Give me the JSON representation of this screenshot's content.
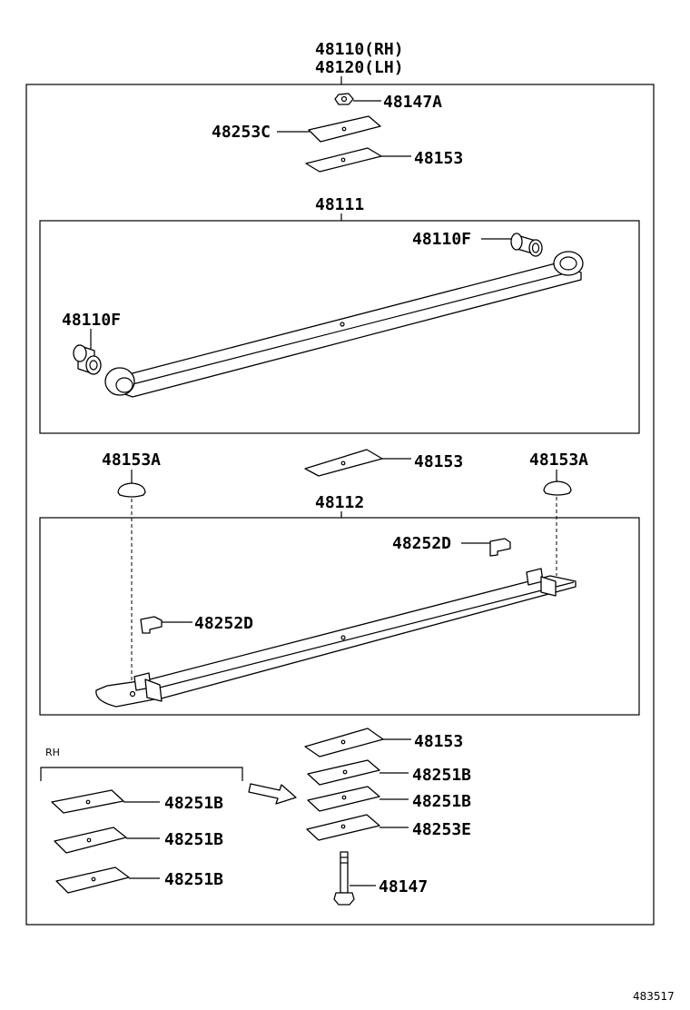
{
  "header": {
    "assembly_rh": "48110(RH)",
    "assembly_lh": "48120(LH)"
  },
  "parts": {
    "nut_top": "48147A",
    "plate_top": "48253C",
    "insert_top": "48153",
    "main_leaf": "48111",
    "bushing_right": "48110F",
    "bushing_left": "48110F",
    "silencer_left": "48153A",
    "insert_mid": "48153",
    "silencer_right": "48153A",
    "second_leaf": "48112",
    "clip_right": "48252D",
    "clip_left": "48252D",
    "insert_bottom": "48153",
    "plate_b1": "48251B",
    "plate_b2": "48251B",
    "plate_e": "48253E",
    "bolt": "48147",
    "rh_plate_1": "48251B",
    "rh_plate_2": "48251B",
    "rh_plate_3": "48251B"
  },
  "rh_label": "RH",
  "figure_id": "483517"
}
